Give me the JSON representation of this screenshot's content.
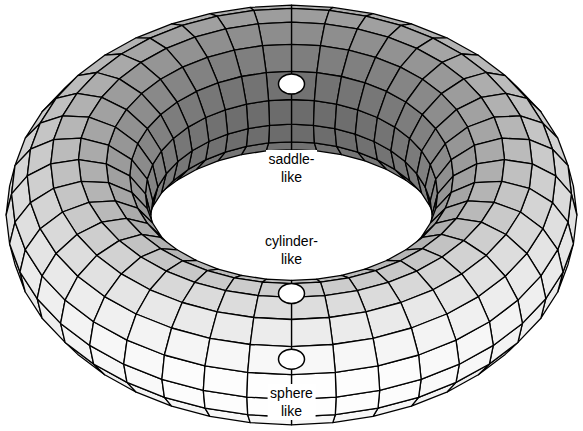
{
  "diagram": {
    "labels": [
      "saddle- like",
      "cylinder- like",
      "sphere like"
    ]
  }
}
